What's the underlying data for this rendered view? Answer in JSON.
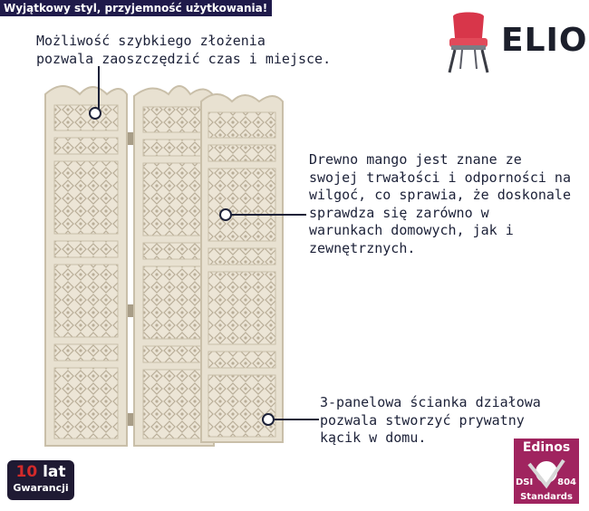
{
  "banner": {
    "text": "Wyjątkowy styl, przyjemność użytkowania!"
  },
  "brand": {
    "name": "ELIOR"
  },
  "callouts": {
    "folding": [
      "Możliwość szybkiego złożenia",
      "pozwala zaoszczędzić czas i miejsce."
    ],
    "wood": [
      "Drewno mango jest znane ze",
      "swojej trwałości i odporności na",
      "wilgoć, co sprawia, że doskonale",
      "sprawdza się zarówno w",
      "warunkach domowych, jak i",
      "zewnętrznych."
    ],
    "panels": [
      "3-panelowa ścianka działowa",
      "pozwala stworzyć prywatny",
      "kącik w domu."
    ]
  },
  "warranty": {
    "number": "10",
    "unit": "lat",
    "label": "Gwarancji"
  },
  "certificate": {
    "brand": "Edinos",
    "left": "DSI",
    "right": "804",
    "label": "Standards"
  },
  "colors": {
    "banner_bg": "#1f1a4a",
    "text": "#1c2138",
    "certificate_bg": "#a0245f",
    "chair_red": "#d8364a",
    "wood": "#ece5d6"
  }
}
